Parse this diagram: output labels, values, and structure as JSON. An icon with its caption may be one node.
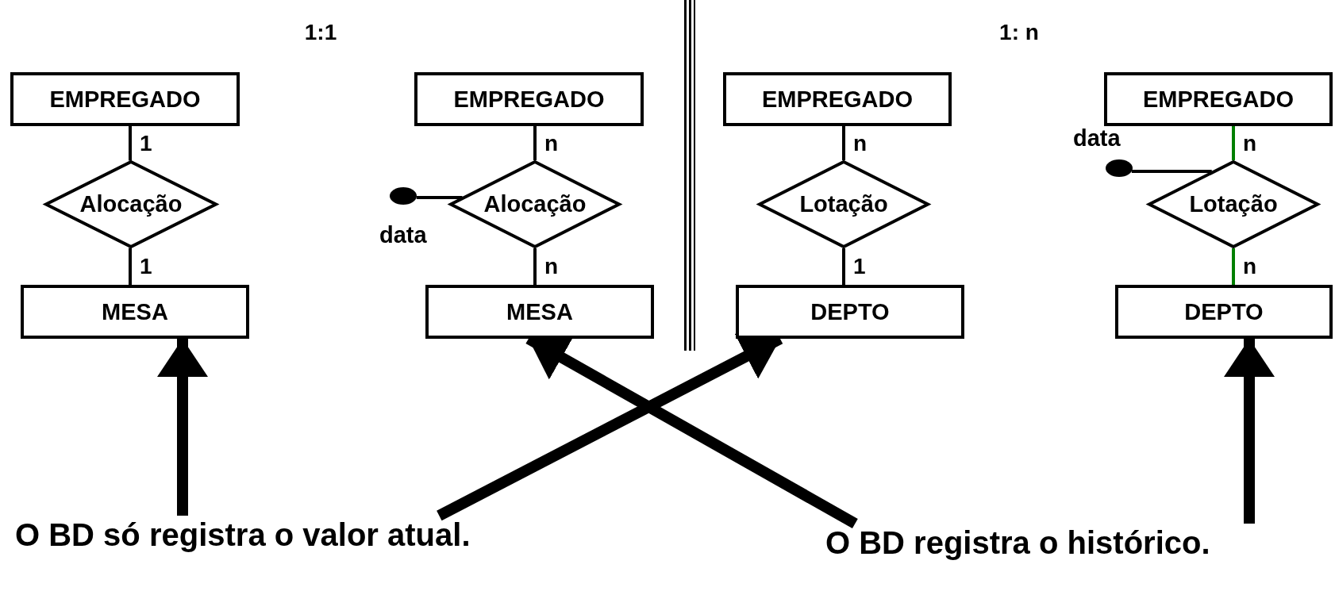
{
  "diagram": {
    "nodes": [
      {
        "text": [
          "EMPREGADO"
        ]
      },
      {
        "text": [
          "Alocação"
        ]
      },
      {
        "text": [
          "MESA"
        ]
      },
      {
        "text": [
          "EMPREGADO"
        ]
      },
      {
        "text": [
          "Alocação"
        ]
      },
      {
        "text": [
          "MESA"
        ]
      },
      {
        "text": [],
        "shape": "circle",
        "beside": [
          "data"
        ]
      },
      {
        "text": [
          "EMPREGADO"
        ]
      },
      {
        "text": [
          "Lotação"
        ]
      },
      {
        "text": [
          "DEPTO"
        ]
      },
      {
        "text": [
          "EMPREGADO"
        ]
      },
      {
        "text": [
          "Lotação"
        ]
      },
      {
        "text": [
          "DEPTO"
        ]
      },
      {
        "text": [],
        "shape": "circle",
        "beside": [
          "data"
        ]
      },
      {
        "text": [
          "O BD só registra o valor atual."
        ]
      },
      {
        "text": [
          "O BD registra o histórico."
        ]
      }
    ],
    "edges": [
      {
        "from": 0,
        "to": 1,
        "arrow": "none",
        "label": "1"
      },
      {
        "from": 1,
        "to": 2,
        "arrow": "none",
        "label": "1"
      },
      {
        "from": 3,
        "to": 4,
        "arrow": "none",
        "label": "n"
      },
      {
        "from": 4,
        "to": 5,
        "arrow": "none",
        "label": "n"
      },
      {
        "from": 6,
        "to": 4,
        "arrow": "none"
      },
      {
        "from": 7,
        "to": 8,
        "arrow": "none",
        "label": "n"
      },
      {
        "from": 8,
        "to": 9,
        "arrow": "none",
        "label": "1"
      },
      {
        "from": 10,
        "to": 11,
        "arrow": "none",
        "label": "n",
        "color": "#008000"
      },
      {
        "from": 11,
        "to": 12,
        "arrow": "none",
        "label": "n",
        "color": "#008000"
      },
      {
        "from": 13,
        "to": 11,
        "arrow": "none"
      },
      {
        "from": 14,
        "to": 2,
        "arrow": "to",
        "style": "thick"
      },
      {
        "from": 14,
        "to": 9,
        "arrow": "to",
        "style": "thick"
      },
      {
        "from": 15,
        "to": 5,
        "arrow": "to",
        "style": "thick"
      },
      {
        "from": 15,
        "to": 12,
        "arrow": "to",
        "style": "thick"
      }
    ],
    "labels": [
      "1:1",
      "1: n"
    ]
  }
}
